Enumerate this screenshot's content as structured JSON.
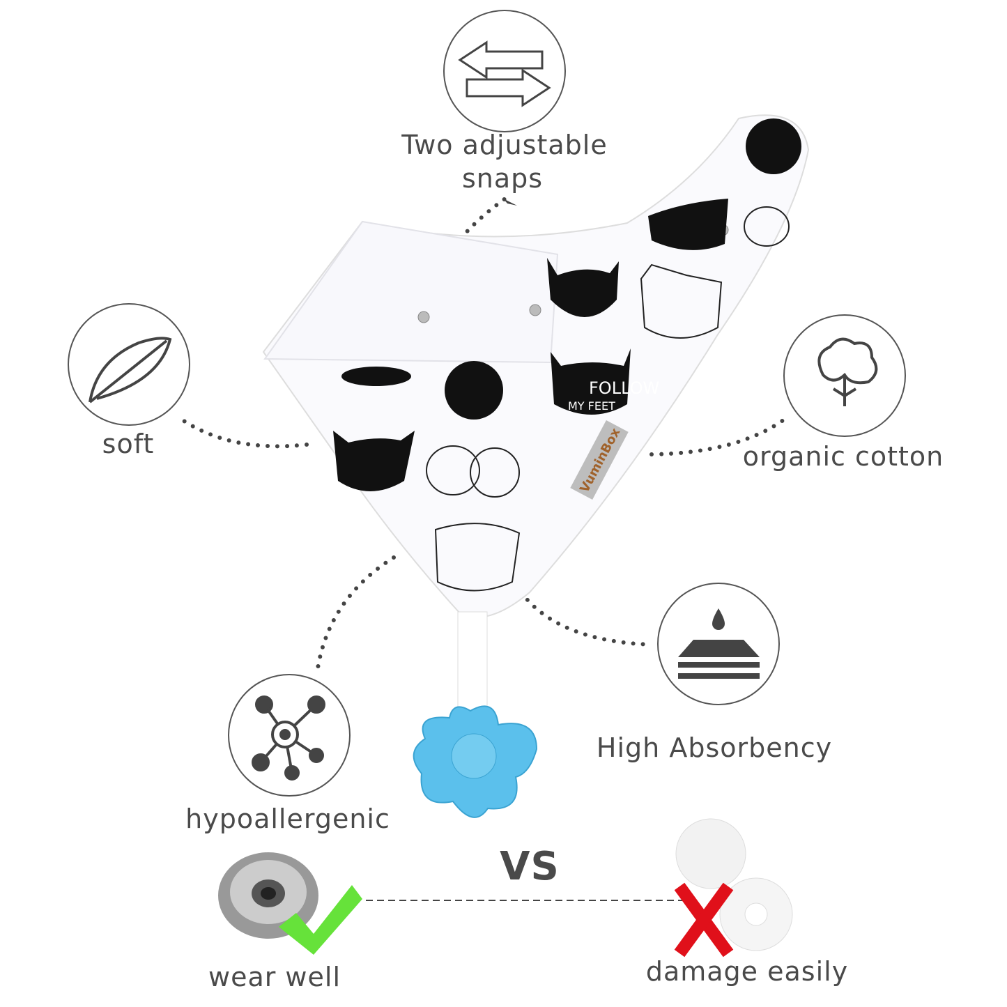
{
  "features": {
    "snaps": {
      "line1": "Two adjustable",
      "line2": "snaps",
      "icon": "arrows-exchange-icon"
    },
    "soft": {
      "label": "soft",
      "icon": "feather-icon"
    },
    "cotton": {
      "label": "organic cotton",
      "icon": "cotton-flower-icon"
    },
    "absorbency": {
      "label": "High Absorbency",
      "icon": "water-drop-cake-icon"
    },
    "hypoallergenic": {
      "label": "hypoallergenic",
      "icon": "molecule-icon"
    }
  },
  "product": {
    "brand_label": "VuminBox",
    "print_text_1": "FOLLOW",
    "print_text_2": "MY FEET"
  },
  "comparison": {
    "vs": "VS",
    "good": {
      "label": "wear well",
      "mark": "check-icon"
    },
    "bad": {
      "label": "damage easily",
      "mark": "cross-icon"
    }
  },
  "colors": {
    "text": "#4a4a4a",
    "check": "#66e23a",
    "cross": "#e0101a",
    "teether": "#5bc0ec"
  }
}
